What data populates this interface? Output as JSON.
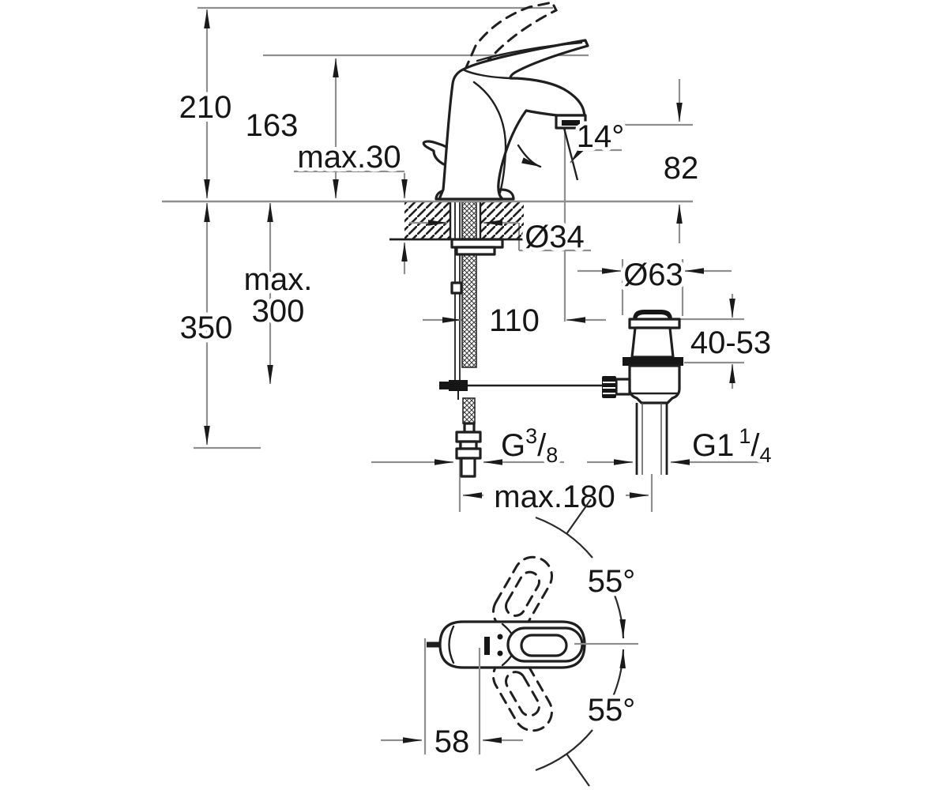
{
  "colors": {
    "background": "#ffffff",
    "drawing_line": "#1f1f1f",
    "dimension_line": "#8f8f8f",
    "text": "#161616"
  },
  "side_view": {
    "labels": {
      "overall_height": "210",
      "handle_height": "163",
      "deck_thickness": "max.30",
      "spray_angle": "14°",
      "spout_height": "82",
      "shank_diameter": "Ø34",
      "spout_reach": "110",
      "waste_flange_diameter": "Ø63",
      "waste_clamp_range": "40-53",
      "pull_rod_max_line1": "max.",
      "pull_rod_max_line2": "300",
      "install_depth": "350",
      "hose_spread": "max.180",
      "supply_thread": {
        "base": "G",
        "sup": "3",
        "slash": "/",
        "sub": "8"
      },
      "waste_thread": {
        "base": "G1",
        "sup": "1",
        "slash": "/",
        "sub": "4"
      }
    }
  },
  "top_view": {
    "labels": {
      "swing_upper": "55°",
      "swing_lower": "55°",
      "rod_offset": "58"
    }
  }
}
